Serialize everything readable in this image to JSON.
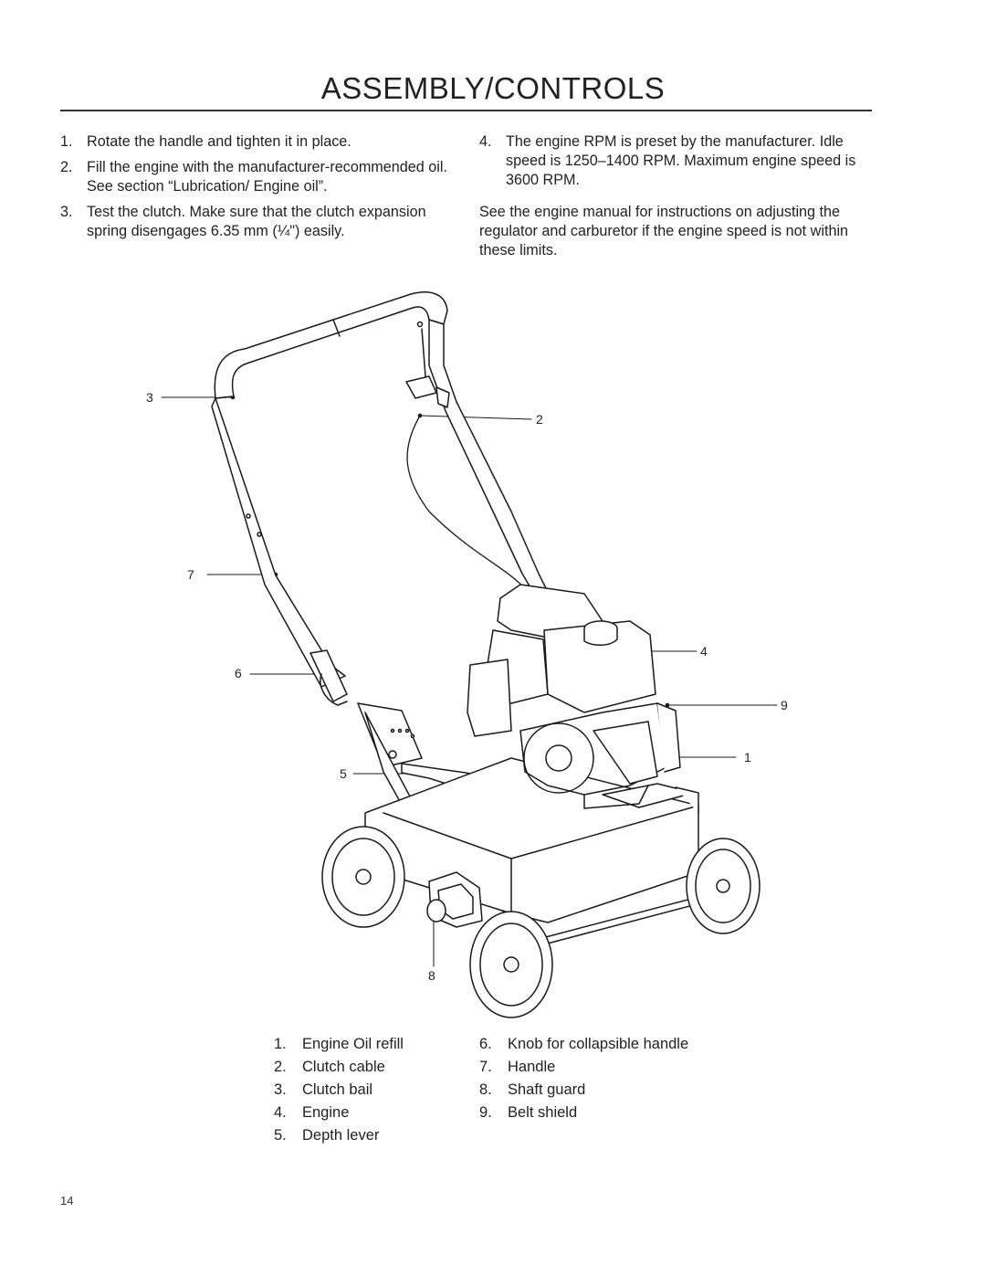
{
  "header": {
    "title": "ASSEMBLY/CONTROLS"
  },
  "steps_left": [
    {
      "num": "1.",
      "text": "Rotate the handle and tighten it in place."
    },
    {
      "num": "2.",
      "text": "Fill the engine with the manufacturer-recommended oil. See section “Lubrication/ Engine oil”."
    },
    {
      "num": "3.",
      "text": "Test the clutch. Make sure that the clutch expansion spring disengages 6.35 mm (¼\") easily."
    }
  ],
  "steps_right": [
    {
      "num": "4.",
      "text": "The engine RPM is preset by the manufacturer. Idle speed is 1250–1400 RPM. Maximum engine speed is 3600 RPM."
    }
  ],
  "note": "See the engine manual for instructions on adjusting the regulator and carburetor if the engine speed is not within these limits.",
  "callouts": [
    "3",
    "2",
    "7",
    "4",
    "6",
    "9",
    "1",
    "5",
    "8"
  ],
  "legend_left": [
    {
      "num": "1.",
      "label": "Engine Oil refill"
    },
    {
      "num": "2.",
      "label": "Clutch cable"
    },
    {
      "num": "3.",
      "label": "Clutch bail"
    },
    {
      "num": "4.",
      "label": "Engine"
    },
    {
      "num": "5.",
      "label": "Depth lever"
    }
  ],
  "legend_right": [
    {
      "num": "6.",
      "label": "Knob for collapsible handle"
    },
    {
      "num": "7.",
      "label": "Handle"
    },
    {
      "num": "8.",
      "label": "Shaft guard"
    },
    {
      "num": "9.",
      "label": "Belt shield"
    }
  ],
  "footer": {
    "page_number": "14"
  }
}
